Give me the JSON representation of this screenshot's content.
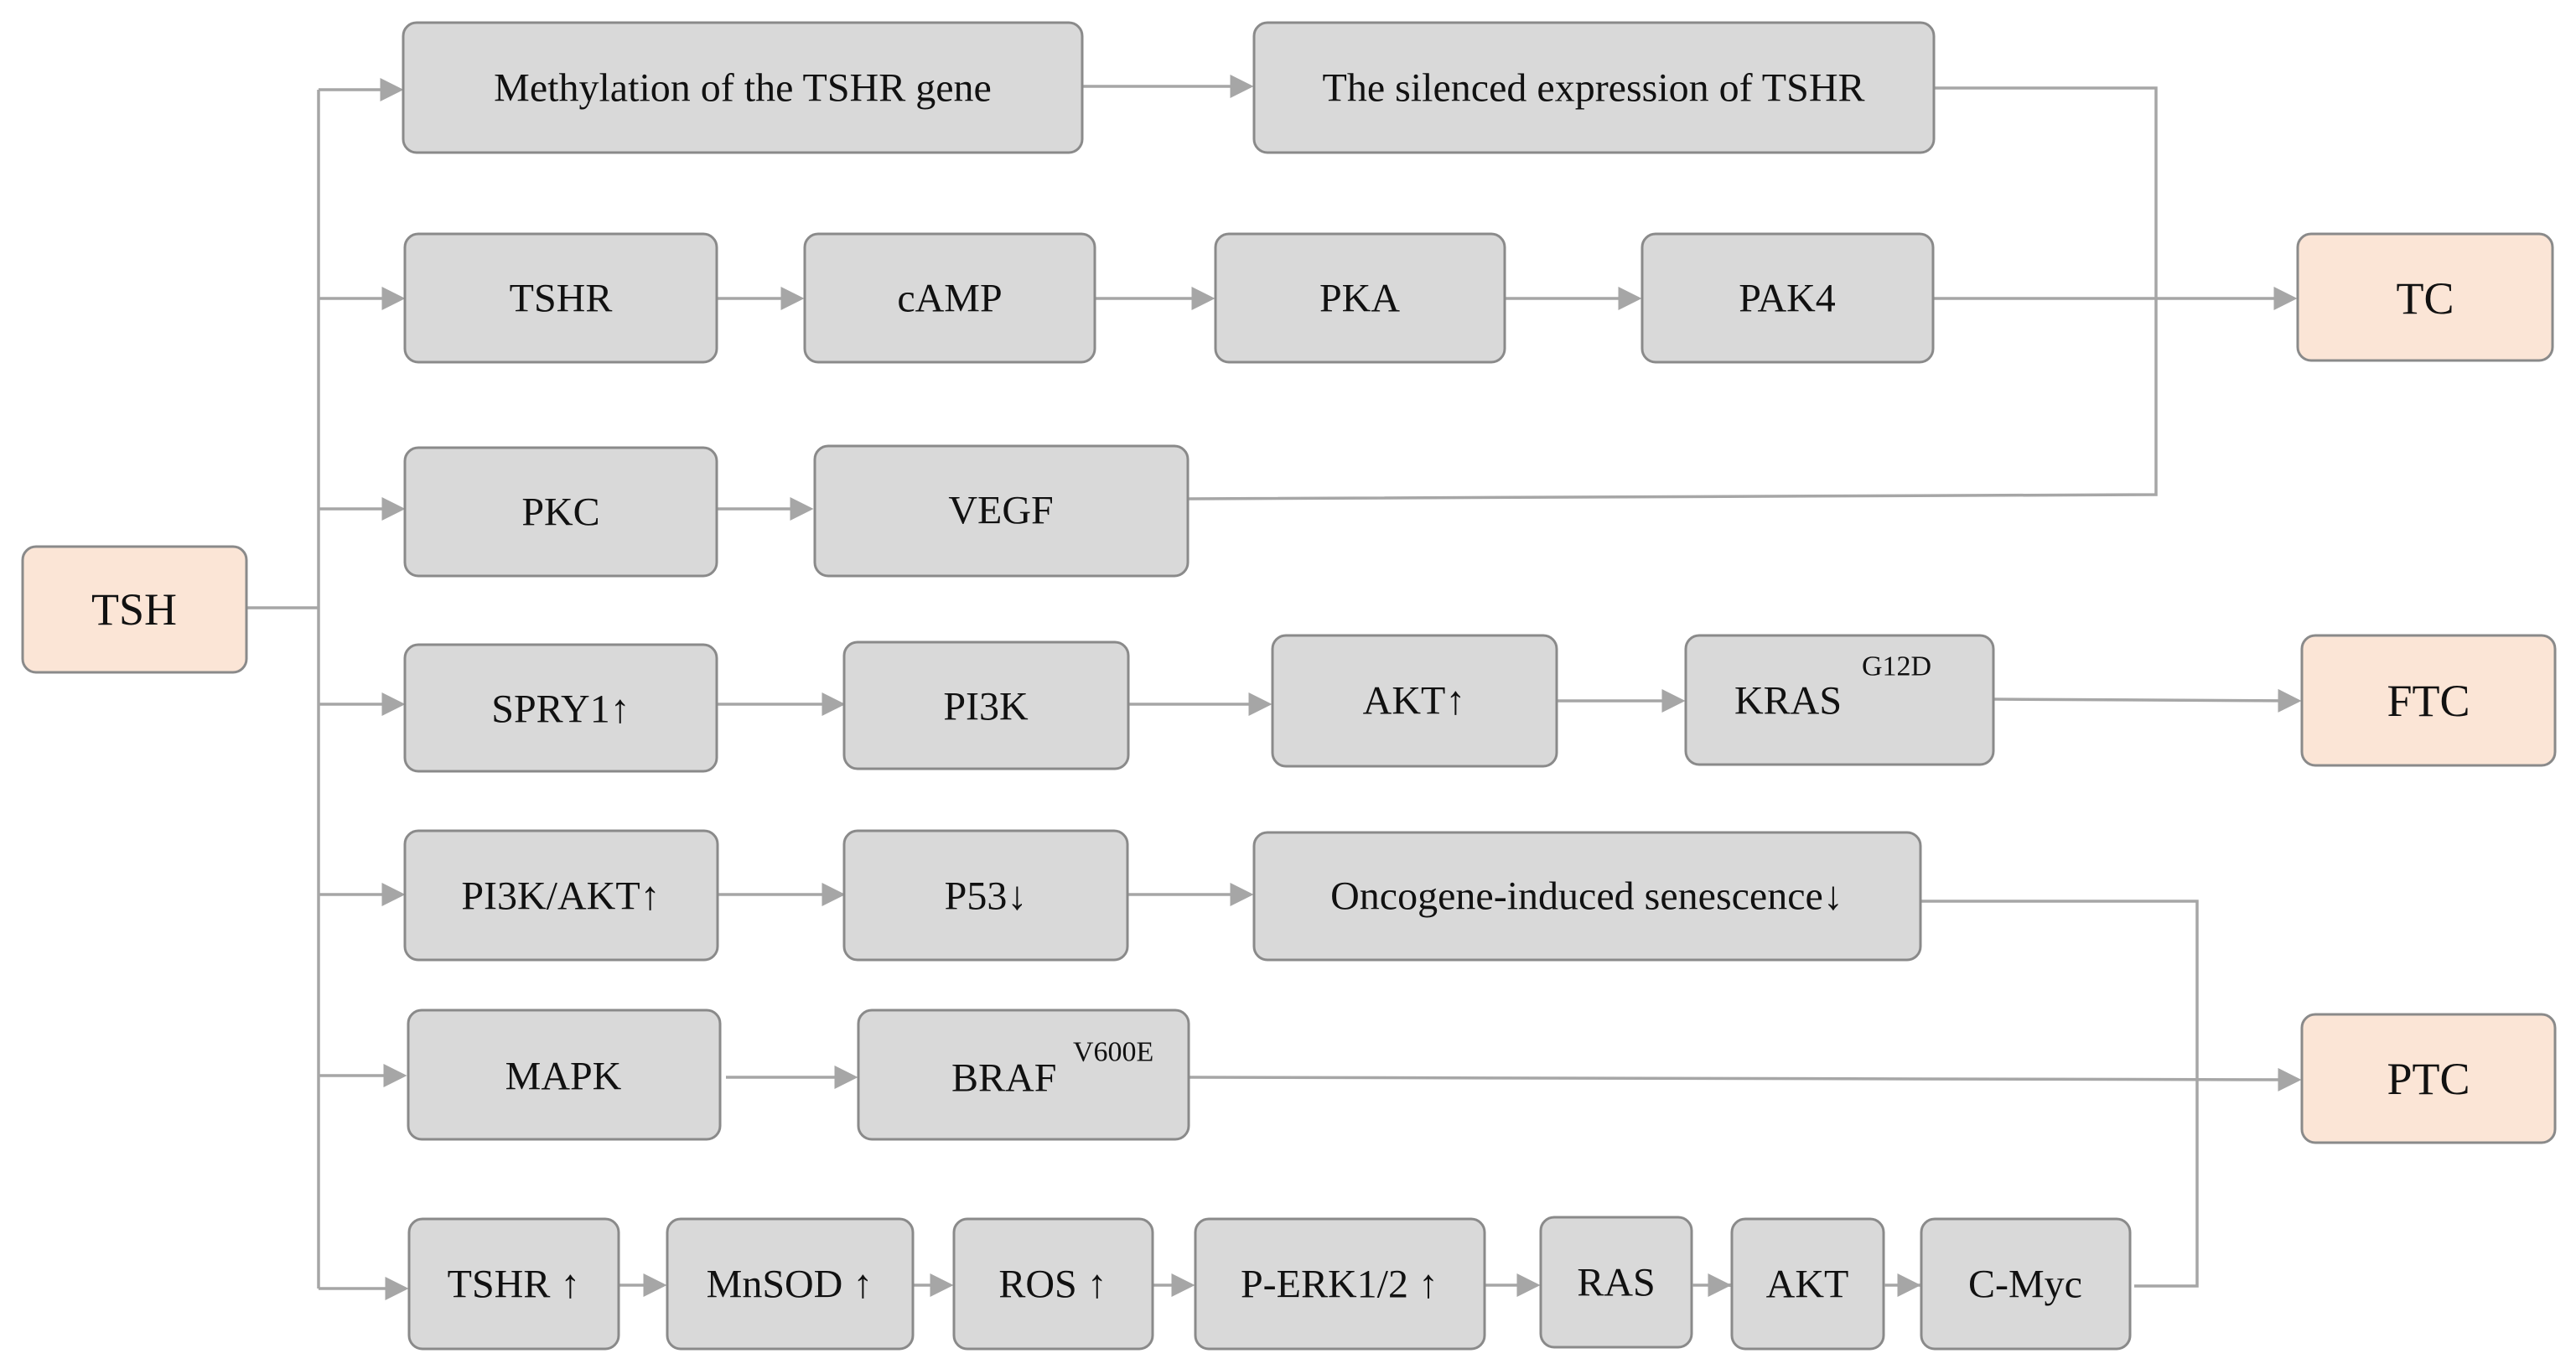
{
  "nodes": {
    "tsh": "TSH",
    "methylation": "Methylation of the TSHR gene",
    "silenced": "The silenced expression of TSHR",
    "tshr": "TSHR",
    "camp": "cAMP",
    "pka": "PKA",
    "pak4": "PAK4",
    "pkc": "PKC",
    "vegf": "VEGF",
    "spry1": "SPRY1↑",
    "pi3k": "PI3K",
    "akt_up": "AKT↑",
    "kras": "KRAS",
    "kras_sup": "G12D",
    "pi3k_akt": "PI3K/AKT↑",
    "p53": "P53↓",
    "senescence": "Oncogene-induced senescence↓",
    "mapk": "MAPK",
    "braf": "BRAF",
    "braf_sup": "V600E",
    "tshr_up": "TSHR ↑",
    "mnsod": "MnSOD ↑",
    "ros": "ROS ↑",
    "perk": "P-ERK1/2 ↑",
    "ras": "RAS",
    "akt": "AKT",
    "cmyc": "C-Myc",
    "tc": "TC",
    "ftc": "FTC",
    "ptc": "PTC"
  },
  "colors": {
    "node_fill": "#d9d9d9",
    "terminal_fill": "#fbe5d6",
    "border": "#8a8a8a",
    "edge": "#a6a6a6"
  }
}
